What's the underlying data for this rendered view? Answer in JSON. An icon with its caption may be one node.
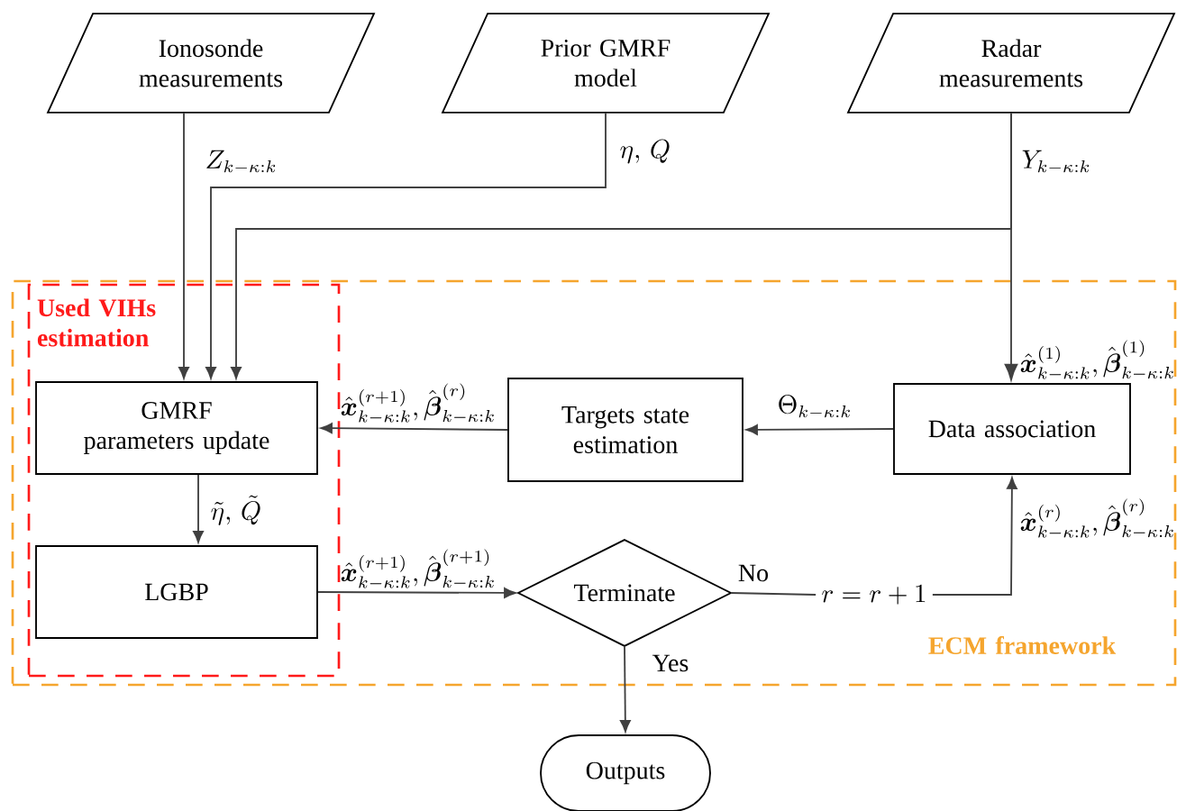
{
  "diagram": {
    "nodes": [
      {
        "text": [
          "Ionosonde measurements"
        ]
      },
      {
        "text": [
          "Prior GMRF model"
        ]
      },
      {
        "text": [
          "Radar measurements"
        ]
      },
      {
        "text": [
          "ECM framework"
        ]
      },
      {
        "text": [
          "Used VIHs estimation"
        ],
        "in": 3
      },
      {
        "text": [
          "GMRF parameters update"
        ],
        "in": 4
      },
      {
        "text": [
          "LGBP"
        ],
        "in": 4
      },
      {
        "text": [
          "Targets state estimation"
        ],
        "in": 3
      },
      {
        "text": [
          "Data association"
        ],
        "in": 3
      },
      {
        "text": [
          "Terminate"
        ],
        "in": 3
      },
      {
        "text": [
          "Outputs"
        ]
      },
      {
        "text": [
          "r = r + 1"
        ],
        "in": 3
      }
    ],
    "edges": [
      {
        "from": 0,
        "to": 5,
        "arrow": "to",
        "label": "Z_{k-\\kappa:k}"
      },
      {
        "from": 1,
        "to": 5,
        "arrow": "to",
        "label": "\\eta,\\, Q"
      },
      {
        "from": 2,
        "to": 5,
        "arrow": "to",
        "label": "Y_{k-\\kappa:k}"
      },
      {
        "from": 2,
        "to": 8,
        "arrow": "to",
        "label": "\\hat{\\boldsymbol{x}}_{k-\\kappa:k}^{(1)}, \\hat{\\boldsymbol{\\beta}}_{k-\\kappa:k}^{(1)}"
      },
      {
        "from": 8,
        "to": 7,
        "arrow": "to",
        "label": "\\Theta_{k-\\kappa:k}"
      },
      {
        "from": 7,
        "to": 5,
        "arrow": "to",
        "label": "\\hat{\\boldsymbol{x}}_{k-\\kappa:k}^{(r+1)}, \\hat{\\boldsymbol{\\beta}}_{k-\\kappa:k}^{(r)}"
      },
      {
        "from": 5,
        "to": 6,
        "arrow": "to",
        "label": "\\tilde{\\eta},\\, \\tilde{Q}"
      },
      {
        "from": 6,
        "to": 9,
        "arrow": "to",
        "label": "\\hat{\\boldsymbol{x}}_{k-\\kappa:k}^{(r+1)}, \\hat{\\boldsymbol{\\beta}}_{k-\\kappa:k}^{(r+1)}"
      },
      {
        "from": 9,
        "to": 11,
        "arrow": "none",
        "label": "No"
      },
      {
        "from": 11,
        "to": 8,
        "arrow": "to",
        "label": "\\hat{\\boldsymbol{x}}_{k-\\kappa:k}^{(r)}, \\hat{\\boldsymbol{\\beta}}_{k-\\kappa:k}^{(r)}"
      },
      {
        "from": 9,
        "to": 10,
        "arrow": "to",
        "label": "Yes"
      }
    ]
  }
}
